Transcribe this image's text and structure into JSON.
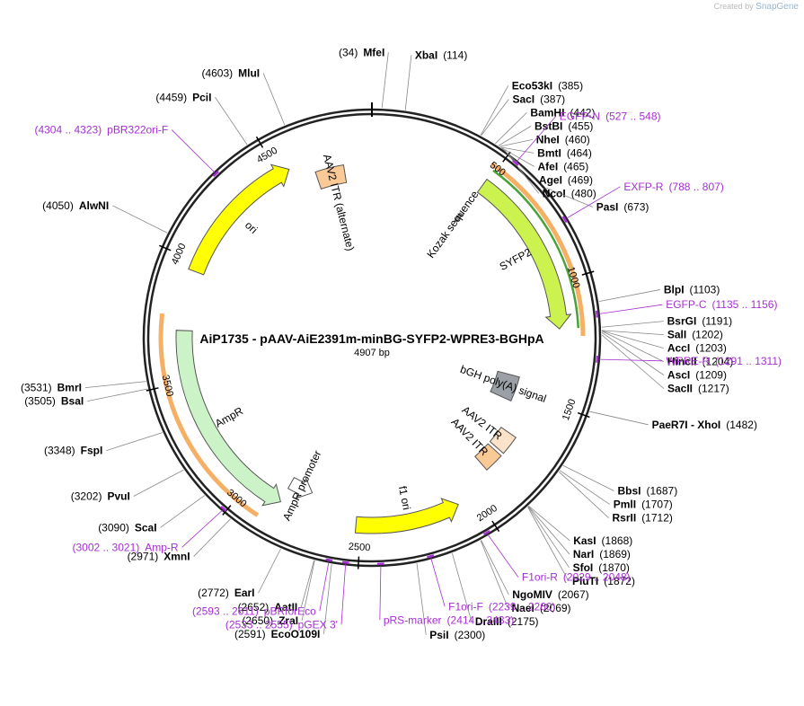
{
  "credit": {
    "prefix": "Created by",
    "brand": "SnapGene"
  },
  "plasmid": {
    "title": "AiP1735 - pAAV-AiE2391m-minBG-SYFP2-WPRE3-BGHpA",
    "size_label": "4907 bp",
    "length": 4907
  },
  "colors": {
    "backbone": "#222222",
    "primer": "#a62fd2",
    "ori": "#ffff00",
    "syfp": "#ccf24f",
    "ampr": "#ccf2c7",
    "itr": "#f9c996",
    "itr_light": "#fce2c8",
    "polyA": "#9aa0a6",
    "orf": "#f4a24a",
    "orf_inner": "#4aa23a"
  },
  "ticks": [
    {
      "label": "500",
      "bp": 500
    },
    {
      "label": "1000",
      "bp": 1000
    },
    {
      "label": "1500",
      "bp": 1500
    },
    {
      "label": "2000",
      "bp": 2000
    },
    {
      "label": "2500",
      "bp": 2500
    },
    {
      "label": "3000",
      "bp": 3000
    },
    {
      "label": "3500",
      "bp": 3500
    },
    {
      "label": "4000",
      "bp": 4000
    },
    {
      "label": "4500",
      "bp": 4500
    }
  ],
  "enzymes": [
    {
      "name": "MfeI",
      "pos": "(34)",
      "bp": 34,
      "side": "L"
    },
    {
      "name": "XbaI",
      "pos": "(114)",
      "bp": 114,
      "side": "R"
    },
    {
      "name": "Eco53kI",
      "pos": "(385)",
      "bp": 385,
      "side": "R"
    },
    {
      "name": "SacI",
      "pos": "(387)",
      "bp": 387,
      "side": "R"
    },
    {
      "name": "BamHI",
      "pos": "(442)",
      "bp": 442,
      "side": "R"
    },
    {
      "name": "BstBI",
      "pos": "(455)",
      "bp": 455,
      "side": "R"
    },
    {
      "name": "NheI",
      "pos": "(460)",
      "bp": 460,
      "side": "R"
    },
    {
      "name": "BmtI",
      "pos": "(464)",
      "bp": 464,
      "side": "R"
    },
    {
      "name": "AfeI",
      "pos": "(465)",
      "bp": 465,
      "side": "R"
    },
    {
      "name": "AgeI",
      "pos": "(469)",
      "bp": 469,
      "side": "R"
    },
    {
      "name": "NcoI",
      "pos": "(480)",
      "bp": 480,
      "side": "R"
    },
    {
      "name": "PasI",
      "pos": "(673)",
      "bp": 673,
      "side": "R"
    },
    {
      "name": "BlpI",
      "pos": "(1103)",
      "bp": 1103,
      "side": "R"
    },
    {
      "name": "BsrGI",
      "pos": "(1191)",
      "bp": 1191,
      "side": "R"
    },
    {
      "name": "SalI",
      "pos": "(1202)",
      "bp": 1202,
      "side": "R"
    },
    {
      "name": "AccI",
      "pos": "(1203)",
      "bp": 1203,
      "side": "R"
    },
    {
      "name": "HincII",
      "pos": "(1204)",
      "bp": 1204,
      "side": "R"
    },
    {
      "name": "AscI",
      "pos": "(1209)",
      "bp": 1209,
      "side": "R"
    },
    {
      "name": "SacII",
      "pos": "(1217)",
      "bp": 1217,
      "side": "R"
    },
    {
      "name": "PaeR7I - XhoI",
      "pos": "(1482)",
      "bp": 1482,
      "side": "R"
    },
    {
      "name": "BbsI",
      "pos": "(1687)",
      "bp": 1687,
      "side": "R"
    },
    {
      "name": "PmlI",
      "pos": "(1707)",
      "bp": 1707,
      "side": "R"
    },
    {
      "name": "RsrII",
      "pos": "(1712)",
      "bp": 1712,
      "side": "R"
    },
    {
      "name": "KasI",
      "pos": "(1868)",
      "bp": 1868,
      "side": "R"
    },
    {
      "name": "NarI",
      "pos": "(1869)",
      "bp": 1869,
      "side": "R"
    },
    {
      "name": "SfoI",
      "pos": "(1870)",
      "bp": 1870,
      "side": "R"
    },
    {
      "name": "PluTI",
      "pos": "(1872)",
      "bp": 1872,
      "side": "R"
    },
    {
      "name": "NgoMIV",
      "pos": "(2067)",
      "bp": 2067,
      "side": "R"
    },
    {
      "name": "NaeI",
      "pos": "(2069)",
      "bp": 2069,
      "side": "R"
    },
    {
      "name": "DraIII",
      "pos": "(2175)",
      "bp": 2175,
      "side": "R"
    },
    {
      "name": "PsiI",
      "pos": "(2300)",
      "bp": 2300,
      "side": "R"
    },
    {
      "name": "EcoO109I",
      "pos": "(2591)",
      "bp": 2591,
      "side": "L"
    },
    {
      "name": "ZraI",
      "pos": "(2650)",
      "bp": 2650,
      "side": "L"
    },
    {
      "name": "AatII",
      "pos": "(2652)",
      "bp": 2652,
      "side": "L"
    },
    {
      "name": "EarI",
      "pos": "(2772)",
      "bp": 2772,
      "side": "L"
    },
    {
      "name": "XmnI",
      "pos": "(2971)",
      "bp": 2971,
      "side": "L"
    },
    {
      "name": "ScaI",
      "pos": "(3090)",
      "bp": 3090,
      "side": "L"
    },
    {
      "name": "PvuI",
      "pos": "(3202)",
      "bp": 3202,
      "side": "L"
    },
    {
      "name": "FspI",
      "pos": "(3348)",
      "bp": 3348,
      "side": "L"
    },
    {
      "name": "BsaI",
      "pos": "(3505)",
      "bp": 3505,
      "side": "L"
    },
    {
      "name": "BmrI",
      "pos": "(3531)",
      "bp": 3531,
      "side": "L"
    },
    {
      "name": "AlwNI",
      "pos": "(4050)",
      "bp": 4050,
      "side": "L"
    },
    {
      "name": "PciI",
      "pos": "(4459)",
      "bp": 4459,
      "side": "L"
    },
    {
      "name": "MluI",
      "pos": "(4603)",
      "bp": 4603,
      "side": "L"
    }
  ],
  "primers": [
    {
      "name": "pBR322ori-F",
      "pos": "(4304 .. 4323)",
      "bp": 4313,
      "side": "L"
    },
    {
      "name": "EGFP-N",
      "pos": "(527 .. 548)",
      "bp": 537,
      "side": "R"
    },
    {
      "name": "EXFP-R",
      "pos": "(788 .. 807)",
      "bp": 797,
      "side": "R"
    },
    {
      "name": "EGFP-C",
      "pos": "(1135 .. 1156)",
      "bp": 1145,
      "side": "R"
    },
    {
      "name": "WPRE-R",
      "pos": "(1291 .. 1311)",
      "bp": 1301,
      "side": "R"
    },
    {
      "name": "F1ori-R",
      "pos": "(2029 .. 2048)",
      "bp": 2038,
      "side": "R"
    },
    {
      "name": "F1ori-F",
      "pos": "(2239 .. 2260)",
      "bp": 2249,
      "side": "R"
    },
    {
      "name": "pRS-marker",
      "pos": "(2414 .. 2433)",
      "bp": 2423,
      "side": "R"
    },
    {
      "name": "pGEX 3'",
      "pos": "(2533 .. 2555)",
      "bp": 2544,
      "side": "L"
    },
    {
      "name": "pBRforEco",
      "pos": "(2593 .. 2611)",
      "bp": 2602,
      "side": "L"
    },
    {
      "name": "Amp-R",
      "pos": "(3002 .. 3021)",
      "bp": 3011,
      "side": "L"
    }
  ],
  "features": [
    {
      "name": "SYFP2",
      "kind": "arrow",
      "start": 490,
      "end": 1190,
      "color": "syfp",
      "dir": 1
    },
    {
      "name": "ori",
      "kind": "arrow",
      "start": 3960,
      "end": 4550,
      "color": "ori",
      "dir": 1
    },
    {
      "name": "AmpR",
      "kind": "arrow",
      "start": 2850,
      "end": 3710,
      "color": "ampr",
      "dir": -1
    },
    {
      "name": "f1 ori",
      "kind": "arrow",
      "start": 2080,
      "end": 2520,
      "color": "ori",
      "dir": -1
    },
    {
      "name": "AmpR promoter",
      "kind": "arrow",
      "start": 2740,
      "end": 2850,
      "color": "white",
      "dir": -1
    },
    {
      "name": "AAV2 ITR (alternate)",
      "kind": "box",
      "start": 4650,
      "end": 4780,
      "color": "itr"
    },
    {
      "name": "AAV2 ITR",
      "kind": "box",
      "start": 1805,
      "end": 1895,
      "color": "itr"
    },
    {
      "name": "AAV2 ITR",
      "kind": "box",
      "start": 1700,
      "end": 1790,
      "color": "itr_light"
    },
    {
      "name": "bGH poly(A) signal",
      "kind": "box",
      "start": 1430,
      "end": 1560,
      "color": "polyA"
    },
    {
      "name": "Kozak sequence",
      "kind": "box",
      "start": 480,
      "end": 495,
      "color": "polyA"
    }
  ],
  "orfs": [
    {
      "start": 470,
      "end": 1220,
      "inner": true
    },
    {
      "start": 2900,
      "end": 3770,
      "inner": false
    }
  ]
}
